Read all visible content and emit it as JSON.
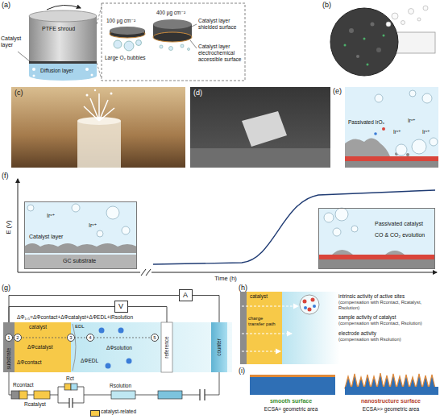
{
  "diagram": {
    "nodes": [
      {
        "text": [
          "Irˣ⁺",
          "Irˣ⁺",
          "Catalyst layer",
          "GC substrate"
        ]
      },
      {
        "text": [
          "Passivated catalyst",
          "CO & CO₂ evolution"
        ]
      },
      {
        "text": [
          "V"
        ]
      },
      {
        "text": [
          "A"
        ]
      },
      {
        "text": [
          "substrate"
        ]
      },
      {
        "text": [
          "catalyst"
        ]
      },
      {
        "text": [
          "reference"
        ]
      },
      {
        "text": [
          "counter"
        ]
      },
      {
        "text": [
          "catalyst"
        ]
      }
    ],
    "edges": [
      {
        "from": 2,
        "to": 4,
        "arrow": "none"
      },
      {
        "from": 2,
        "to": 6,
        "arrow": "none"
      },
      {
        "from": 3,
        "to": 4,
        "arrow": "none"
      },
      {
        "from": 3,
        "to": 7,
        "arrow": "none"
      }
    ],
    "labels": [
      "(a)",
      "PTFE shroud",
      "Catalyst layer",
      "Diffusion layer",
      "100 µg cm⁻²",
      "400 µg cm⁻²",
      "Catalyst layer shielded surface",
      "Large O₂ bubbles",
      "Catalyst layer electrochemical accessible surface",
      "(b)",
      "(c)",
      "(d)",
      "(e)",
      "Passivated IrOₓ",
      "Irˣ⁺",
      "Irˣ⁺",
      "Irˣ⁺",
      "(f)",
      "E (V)",
      "Time (h)",
      "(g)",
      "ΔΦ₁,₅=ΔΦcontact+ΔΦcatalyst+ΔΦEDL+iRsolution",
      "EDL",
      "1",
      "2",
      "3",
      "4",
      "5",
      "ΔΦcatalyst",
      "ΔΦcontact",
      "ΔΦEDL",
      "ΔΦsolution",
      "Rcontact",
      "Rcatalyst",
      "Rct",
      "Rsolution",
      "(h)",
      "charge transfer path",
      "intrinsic activity of active sites",
      "(compensation with Rcontact, Rcatalyst, Rsolution)",
      "sample activity of catalyst",
      "(compensation with Rcontact, Rsolution)",
      "electrode activity",
      "(compensation with Rsolution)",
      "(i)",
      "smooth surface",
      "ECSA= geometric area",
      "nanostructure surface",
      "ECSA>> geometric area"
    ],
    "legend": [
      {
        "text": "catalyst-related",
        "color": "#f7c948"
      }
    ]
  }
}
